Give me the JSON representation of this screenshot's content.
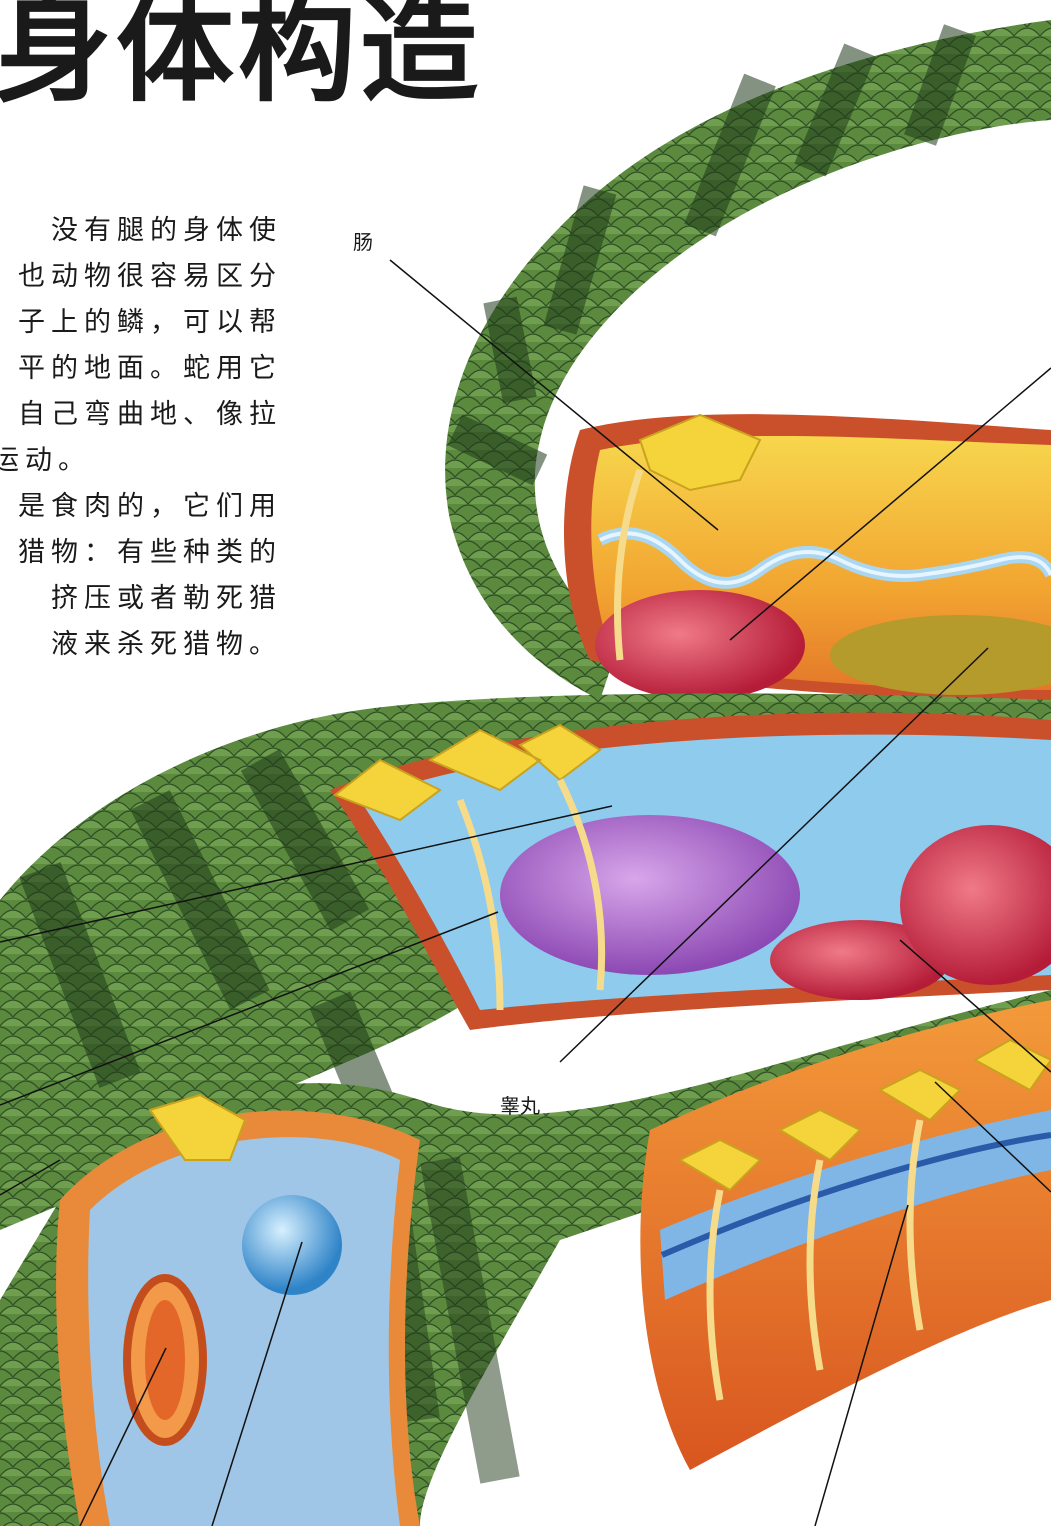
{
  "title": "身体构造",
  "body_lines": [
    "没有腿的身体使",
    "也动物很容易区分",
    "子上的鳞，可以帮",
    "平的地面。蛇用它",
    "自己弯曲地、像拉",
    "运动。",
    "是食肉的，它们用",
    "猎物：有些种类的",
    "挤压或者勒死猎",
    "液来杀死猎物。"
  ],
  "labels": {
    "intestine": "肠",
    "testis": "睾丸"
  },
  "colors": {
    "scale_green": "#4f7a38",
    "scale_dark": "#23401d",
    "gut_yellow": "#f2c23a",
    "muscle_orange": "#ee7f2a",
    "cavity_blue": "#7fbde4",
    "organ_purple": "#a86bc8",
    "organ_red": "#d6304a"
  }
}
